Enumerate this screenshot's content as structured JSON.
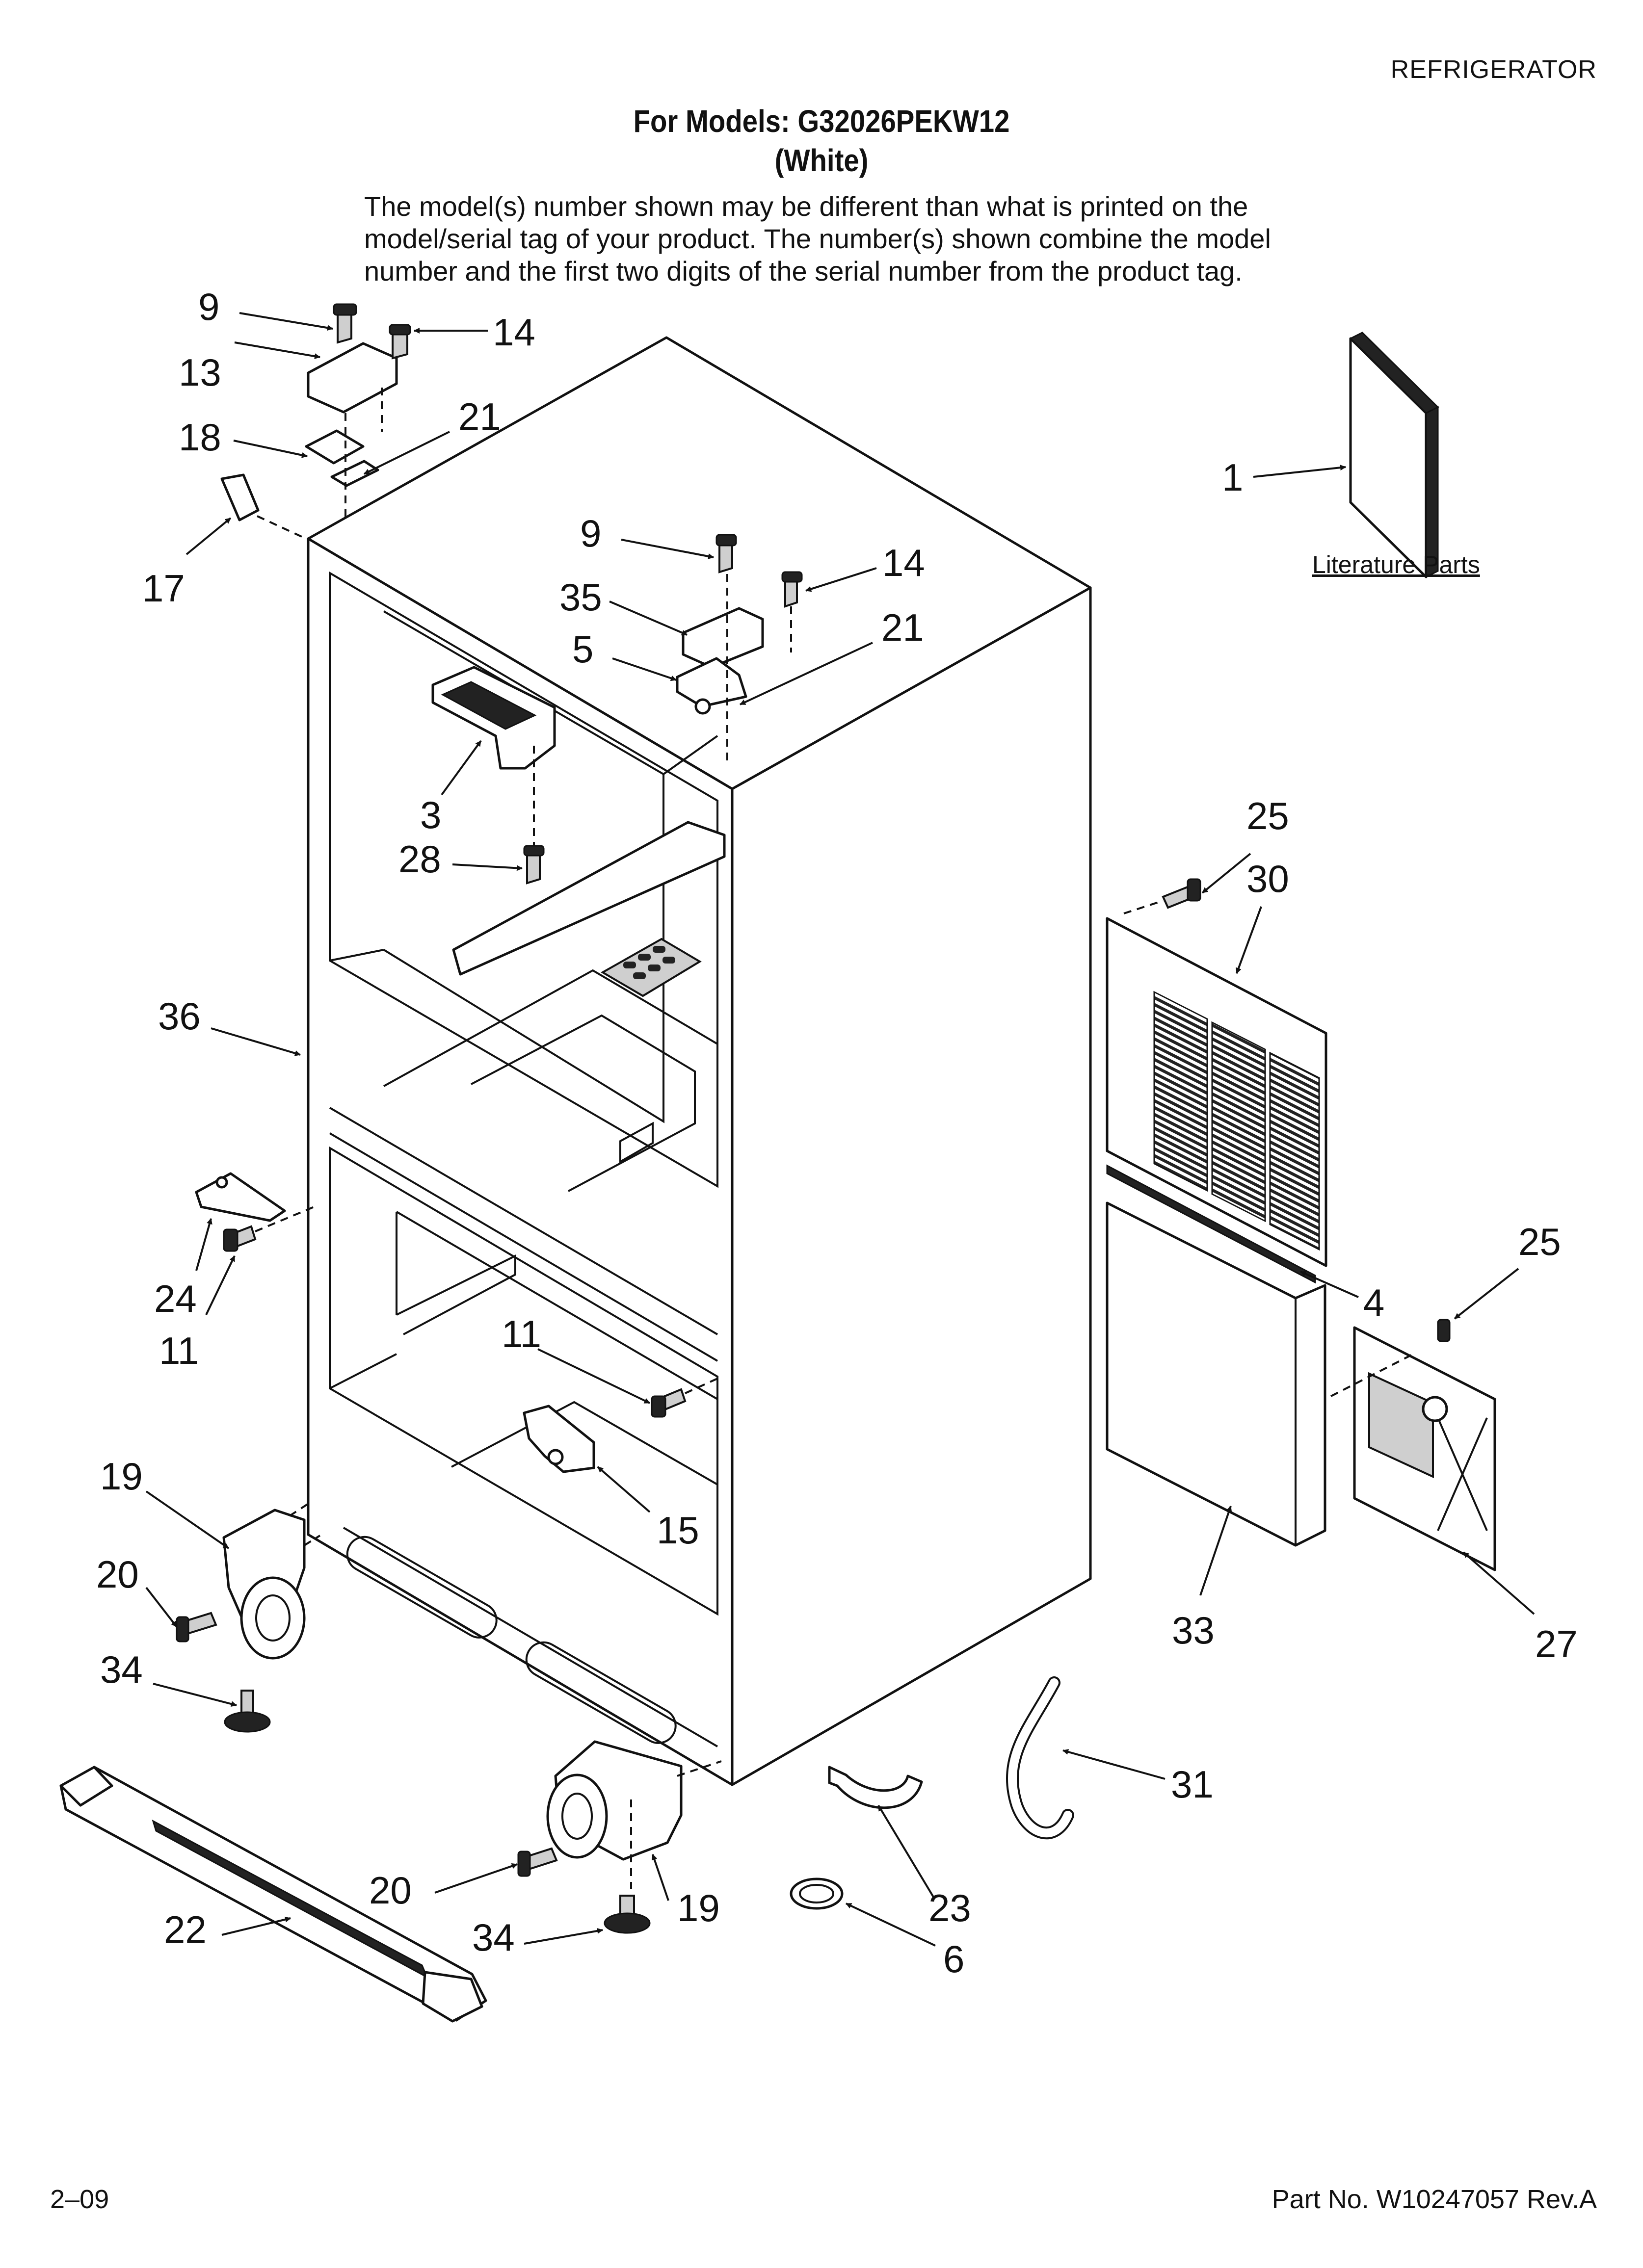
{
  "header": {
    "category": "REFRIGERATOR",
    "title_line1": "For Models: G32026PEKW12",
    "title_line2": "(White)",
    "note": "The model(s) number shown may be different than what is printed on the model/serial tag of your product. The number(s) shown combine the model number and the first two digits of the serial number from the product tag."
  },
  "footer": {
    "date_code": "2–09",
    "part_number": "Part No. W10247057 Rev.A"
  },
  "literature_label": "Literature Parts",
  "callouts": [
    "9",
    "13",
    "14",
    "18",
    "21",
    "17",
    "1",
    "9",
    "14",
    "35",
    "21",
    "5",
    "3",
    "28",
    "25",
    "30",
    "36",
    "24",
    "11",
    "11",
    "4",
    "25",
    "15",
    "19",
    "20",
    "34",
    "33",
    "27",
    "31",
    "22",
    "20",
    "19",
    "23",
    "34",
    "6"
  ]
}
